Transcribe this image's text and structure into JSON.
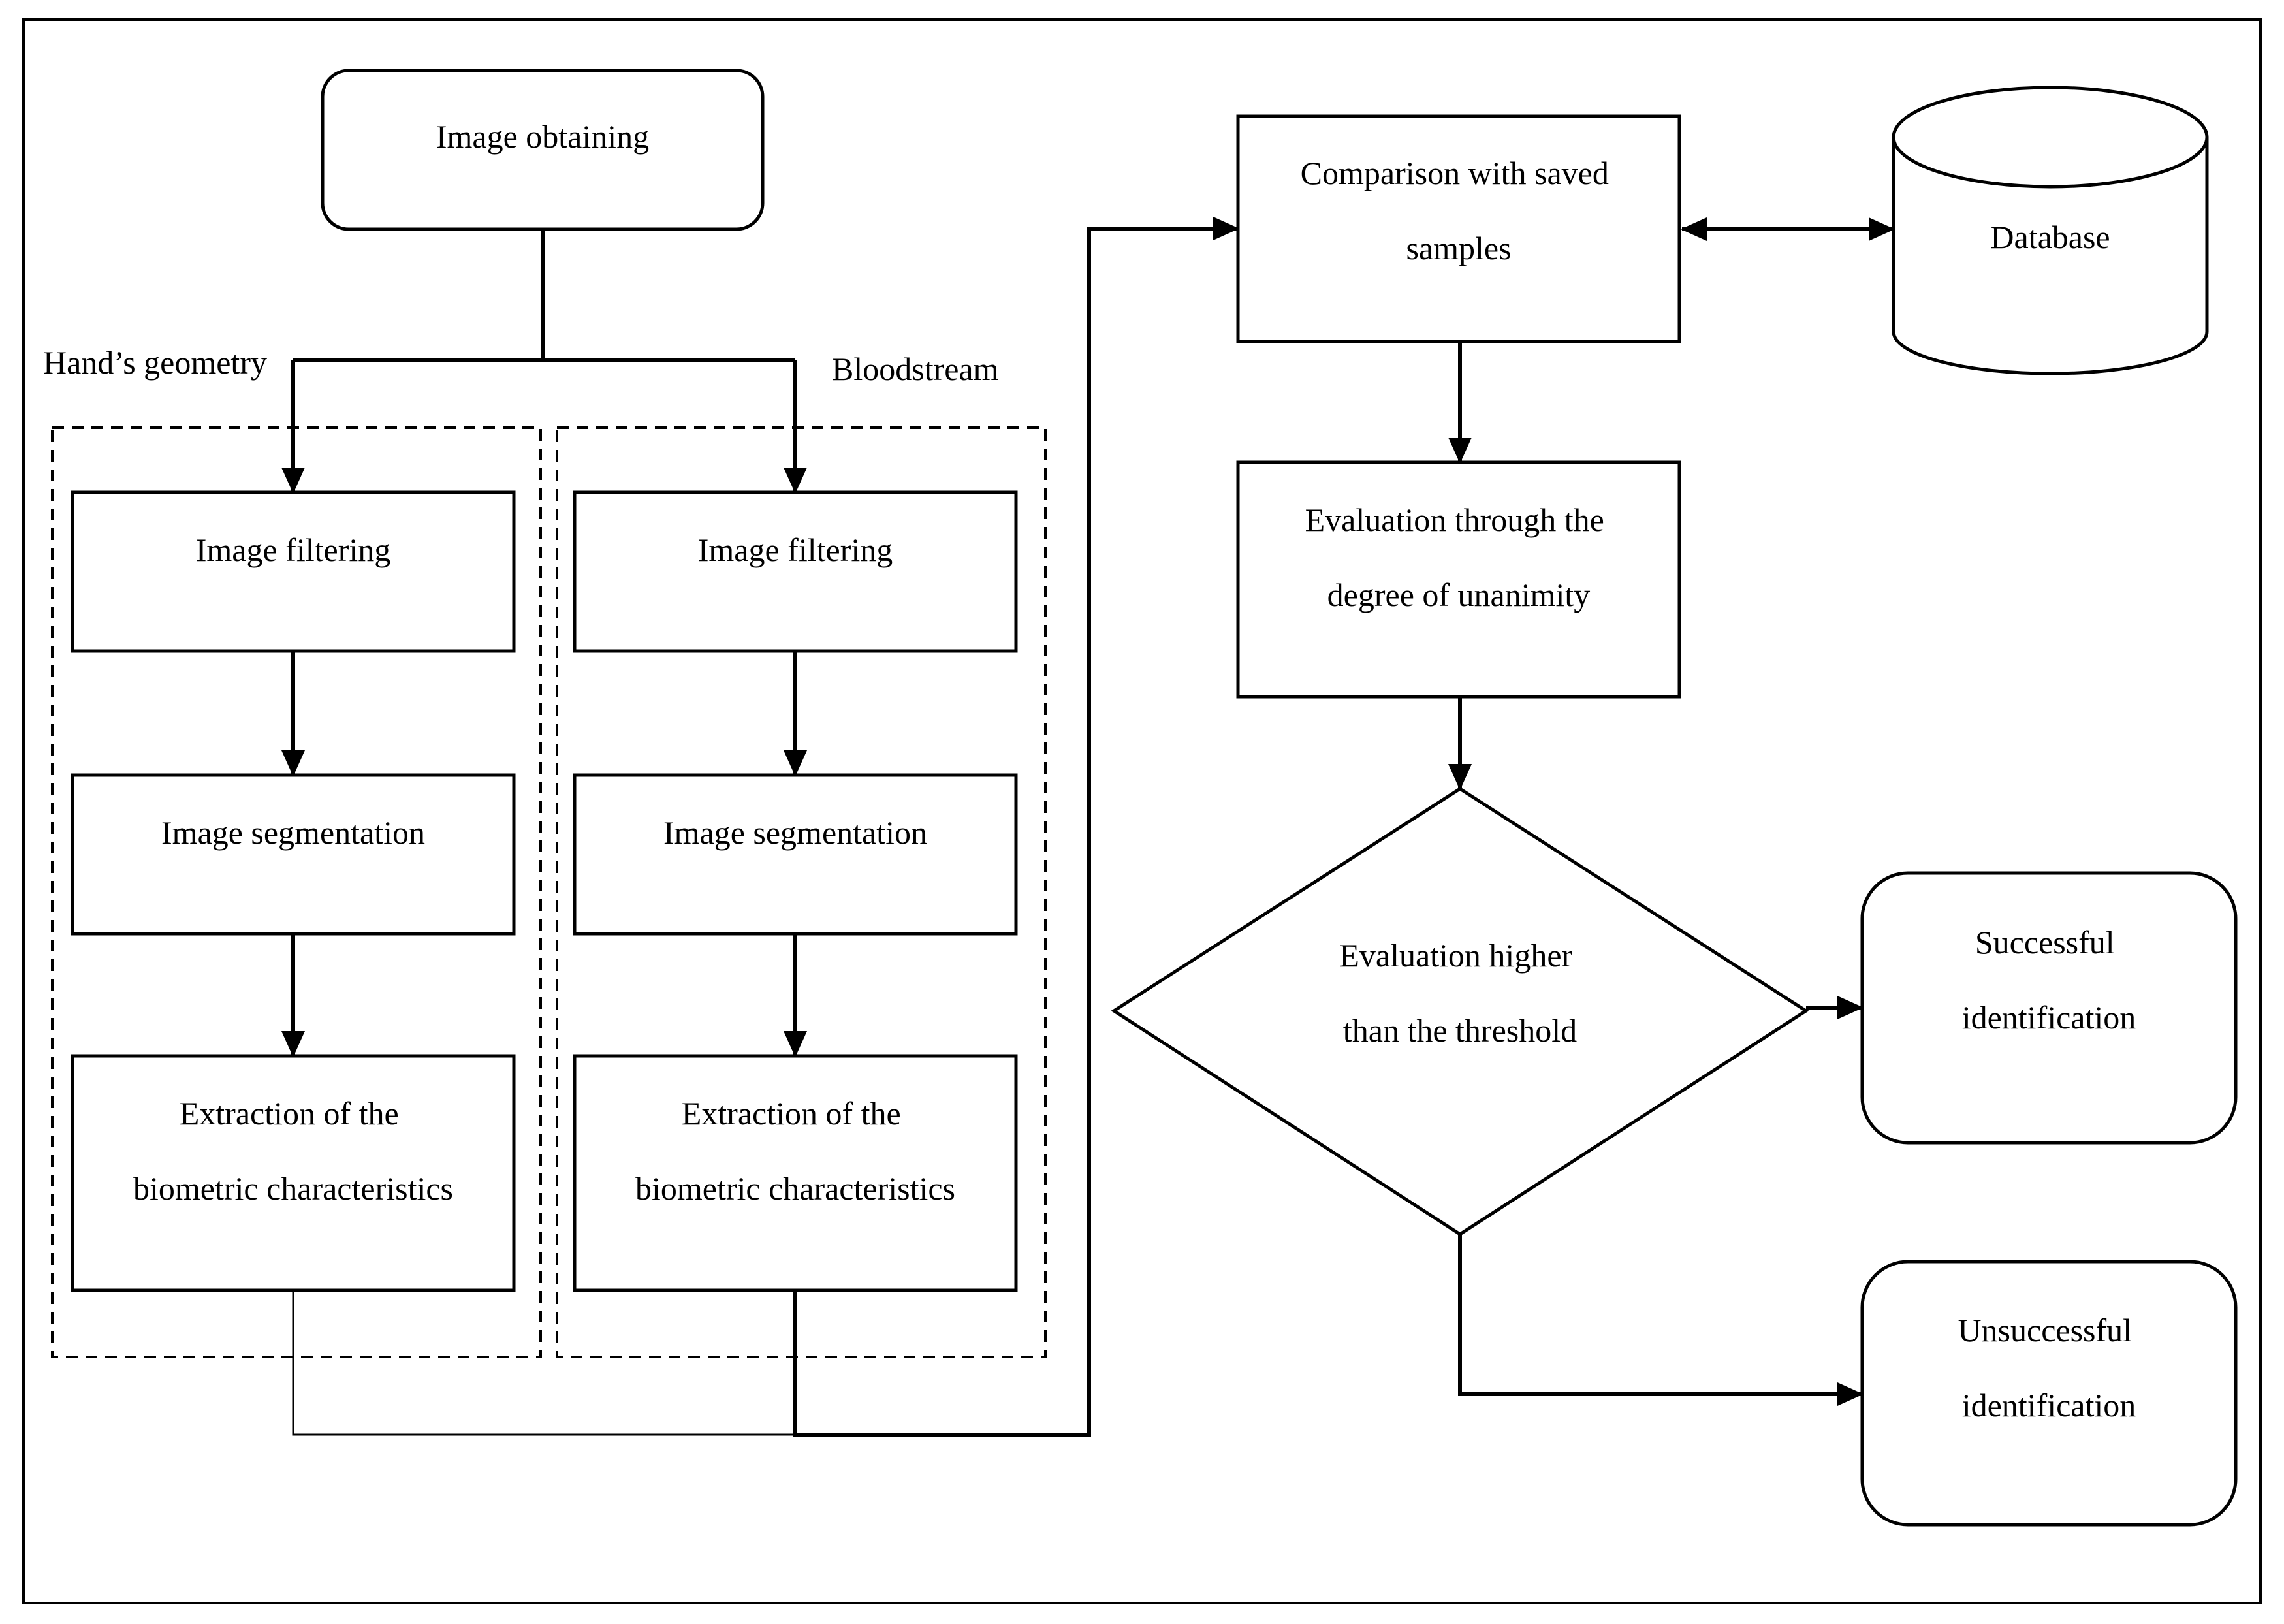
{
  "colors": {
    "stroke": "#000000",
    "background": "#ffffff"
  },
  "labels": {
    "hands_geometry": "Hand’s geometry",
    "bloodstream": "Bloodstream"
  },
  "nodes": {
    "image_obtaining": [
      "Image obtaining"
    ],
    "hand_filtering": [
      "Image filtering"
    ],
    "hand_segmentation": [
      "Image segmentation"
    ],
    "hand_extraction": [
      "Extraction of the",
      "biometric characteristics"
    ],
    "blood_filtering": [
      "Image filtering"
    ],
    "blood_segmentation": [
      "Image segmentation"
    ],
    "blood_extraction": [
      "Extraction of the",
      "biometric characteristics"
    ],
    "comparison": [
      "Comparison with saved",
      "samples"
    ],
    "database": [
      "Database"
    ],
    "evaluation_unanimity": [
      "Evaluation through the",
      "degree of unanimity"
    ],
    "decision": [
      "Evaluation higher",
      "than the threshold"
    ],
    "success": [
      "Successful",
      "identification"
    ],
    "failure": [
      "Unsuccessful",
      "identification"
    ]
  }
}
